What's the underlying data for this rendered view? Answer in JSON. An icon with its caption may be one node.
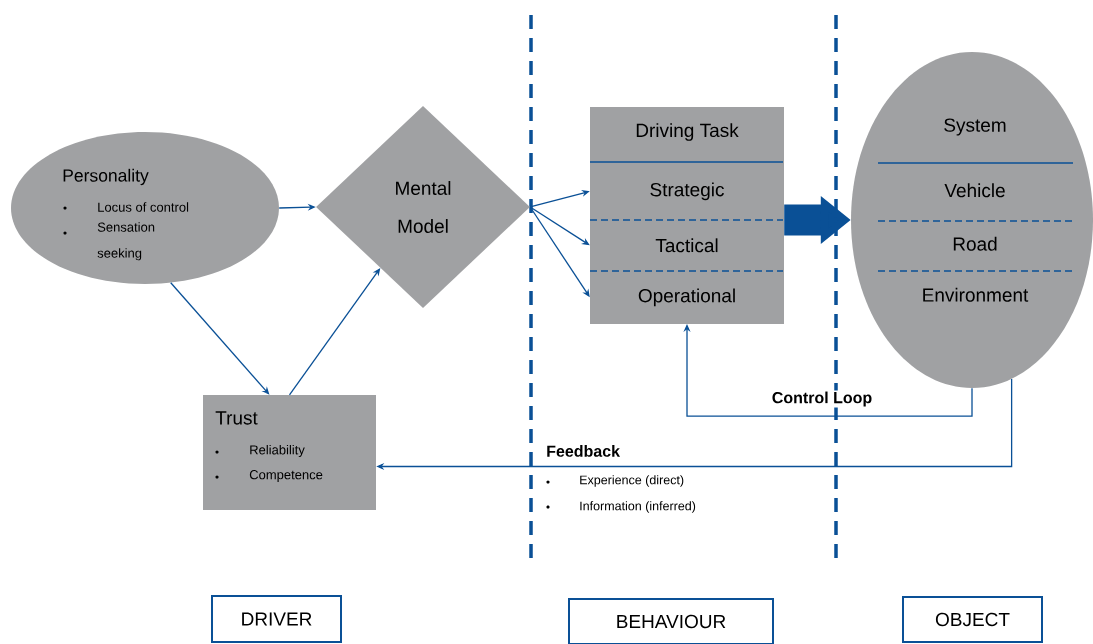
{
  "diagram": {
    "nodes": [
      {
        "text": [
          "Personality",
          "Locus of control",
          "Sensation seeking"
        ]
      },
      {
        "text": [
          "Mental Model"
        ]
      },
      {
        "text": [
          "Trust",
          "Reliability",
          "Competence"
        ]
      },
      {
        "text": [
          "Driving Task"
        ]
      },
      {
        "text": [
          "Strategic"
        ],
        "in": 3
      },
      {
        "text": [
          "Tactical"
        ],
        "in": 3
      },
      {
        "text": [
          "Operational"
        ],
        "in": 3
      },
      {
        "text": [
          "System"
        ]
      },
      {
        "text": [
          "Vehicle"
        ],
        "in": 7
      },
      {
        "text": [
          "Road"
        ],
        "in": 7
      },
      {
        "text": [
          "Environment"
        ],
        "in": 7
      },
      {
        "text": [
          "DRIVER"
        ]
      },
      {
        "text": [
          "BEHAVIOUR"
        ]
      },
      {
        "text": [
          "OBJECT"
        ]
      }
    ],
    "edges": [
      {
        "from": 0,
        "to": 1,
        "arrow": "to"
      },
      {
        "from": 0,
        "to": 2,
        "arrow": "to"
      },
      {
        "from": 2,
        "to": 1,
        "arrow": "to"
      },
      {
        "from": 1,
        "to": 4,
        "arrow": "to"
      },
      {
        "from": 1,
        "to": 5,
        "arrow": "to"
      },
      {
        "from": 1,
        "to": 6,
        "arrow": "to"
      },
      {
        "from": 3,
        "to": 7,
        "arrow": "to",
        "style": "thick"
      },
      {
        "from": 7,
        "to": 6,
        "arrow": "to",
        "label": "Control Loop"
      },
      {
        "from": 7,
        "to": 2,
        "arrow": "to",
        "label": "Feedback"
      }
    ],
    "labels": [
      "Experience (direct)",
      "Information (inferred)"
    ]
  }
}
